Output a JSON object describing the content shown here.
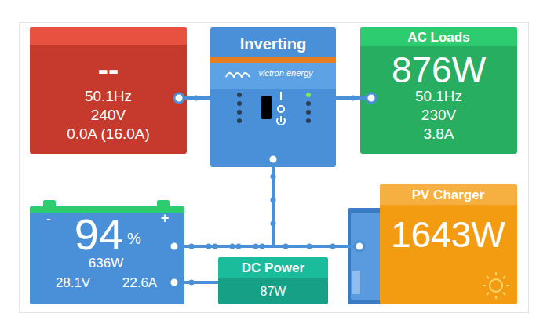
{
  "diagram": {
    "nodes": [
      {
        "text": [
          "--",
          "50.1Hz",
          "240V",
          "0.0A (16.0A)"
        ]
      },
      {
        "text": [
          "Inverting",
          "victron energy"
        ]
      },
      {
        "text": [
          "AC Loads",
          "876W",
          "50.1Hz",
          "230V",
          "3.8A"
        ]
      },
      {
        "text": [
          "-",
          "+",
          "94",
          "%",
          "636W",
          "28.1V",
          "22.6A"
        ]
      },
      {
        "text": [
          "DC Power",
          "87W"
        ]
      },
      {
        "text": [
          "PV Charger",
          "1643W"
        ]
      }
    ],
    "edges": [
      {
        "from": 0,
        "to": 1,
        "arrow": "none"
      },
      {
        "from": 1,
        "to": 2,
        "arrow": "none"
      },
      {
        "from": 1,
        "to": 3,
        "arrow": "none"
      },
      {
        "from": 5,
        "to": 3,
        "arrow": "none"
      },
      {
        "from": 3,
        "to": 4,
        "arrow": "none"
      }
    ]
  }
}
